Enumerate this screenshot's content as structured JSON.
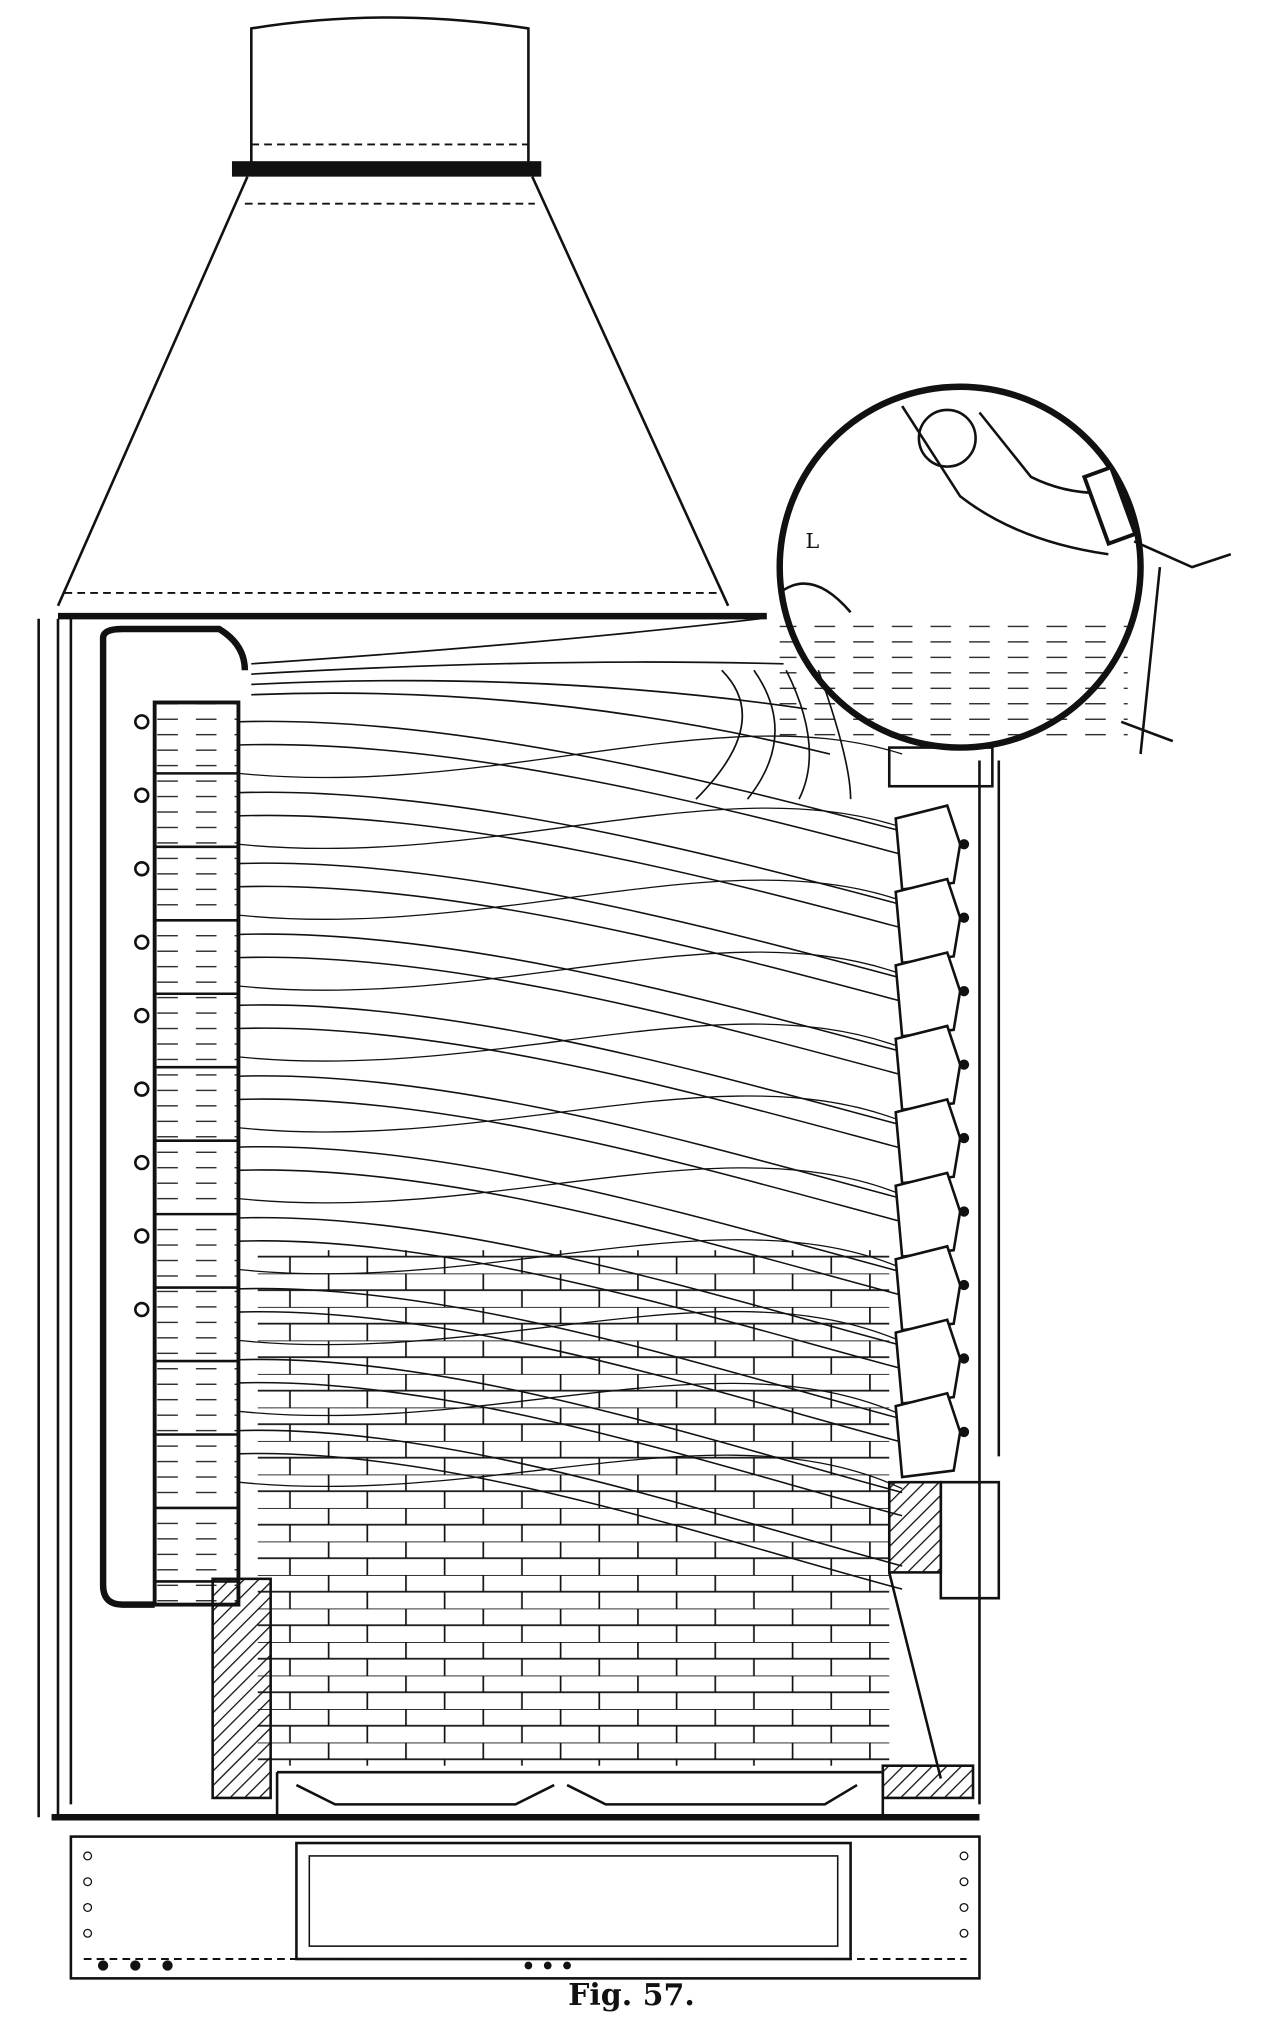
{
  "figure": {
    "caption": "Fig. 57.",
    "drum_label": "L",
    "tube_rows": 11,
    "colors": {
      "ink": "#111111",
      "paper": "#ffffff"
    }
  }
}
